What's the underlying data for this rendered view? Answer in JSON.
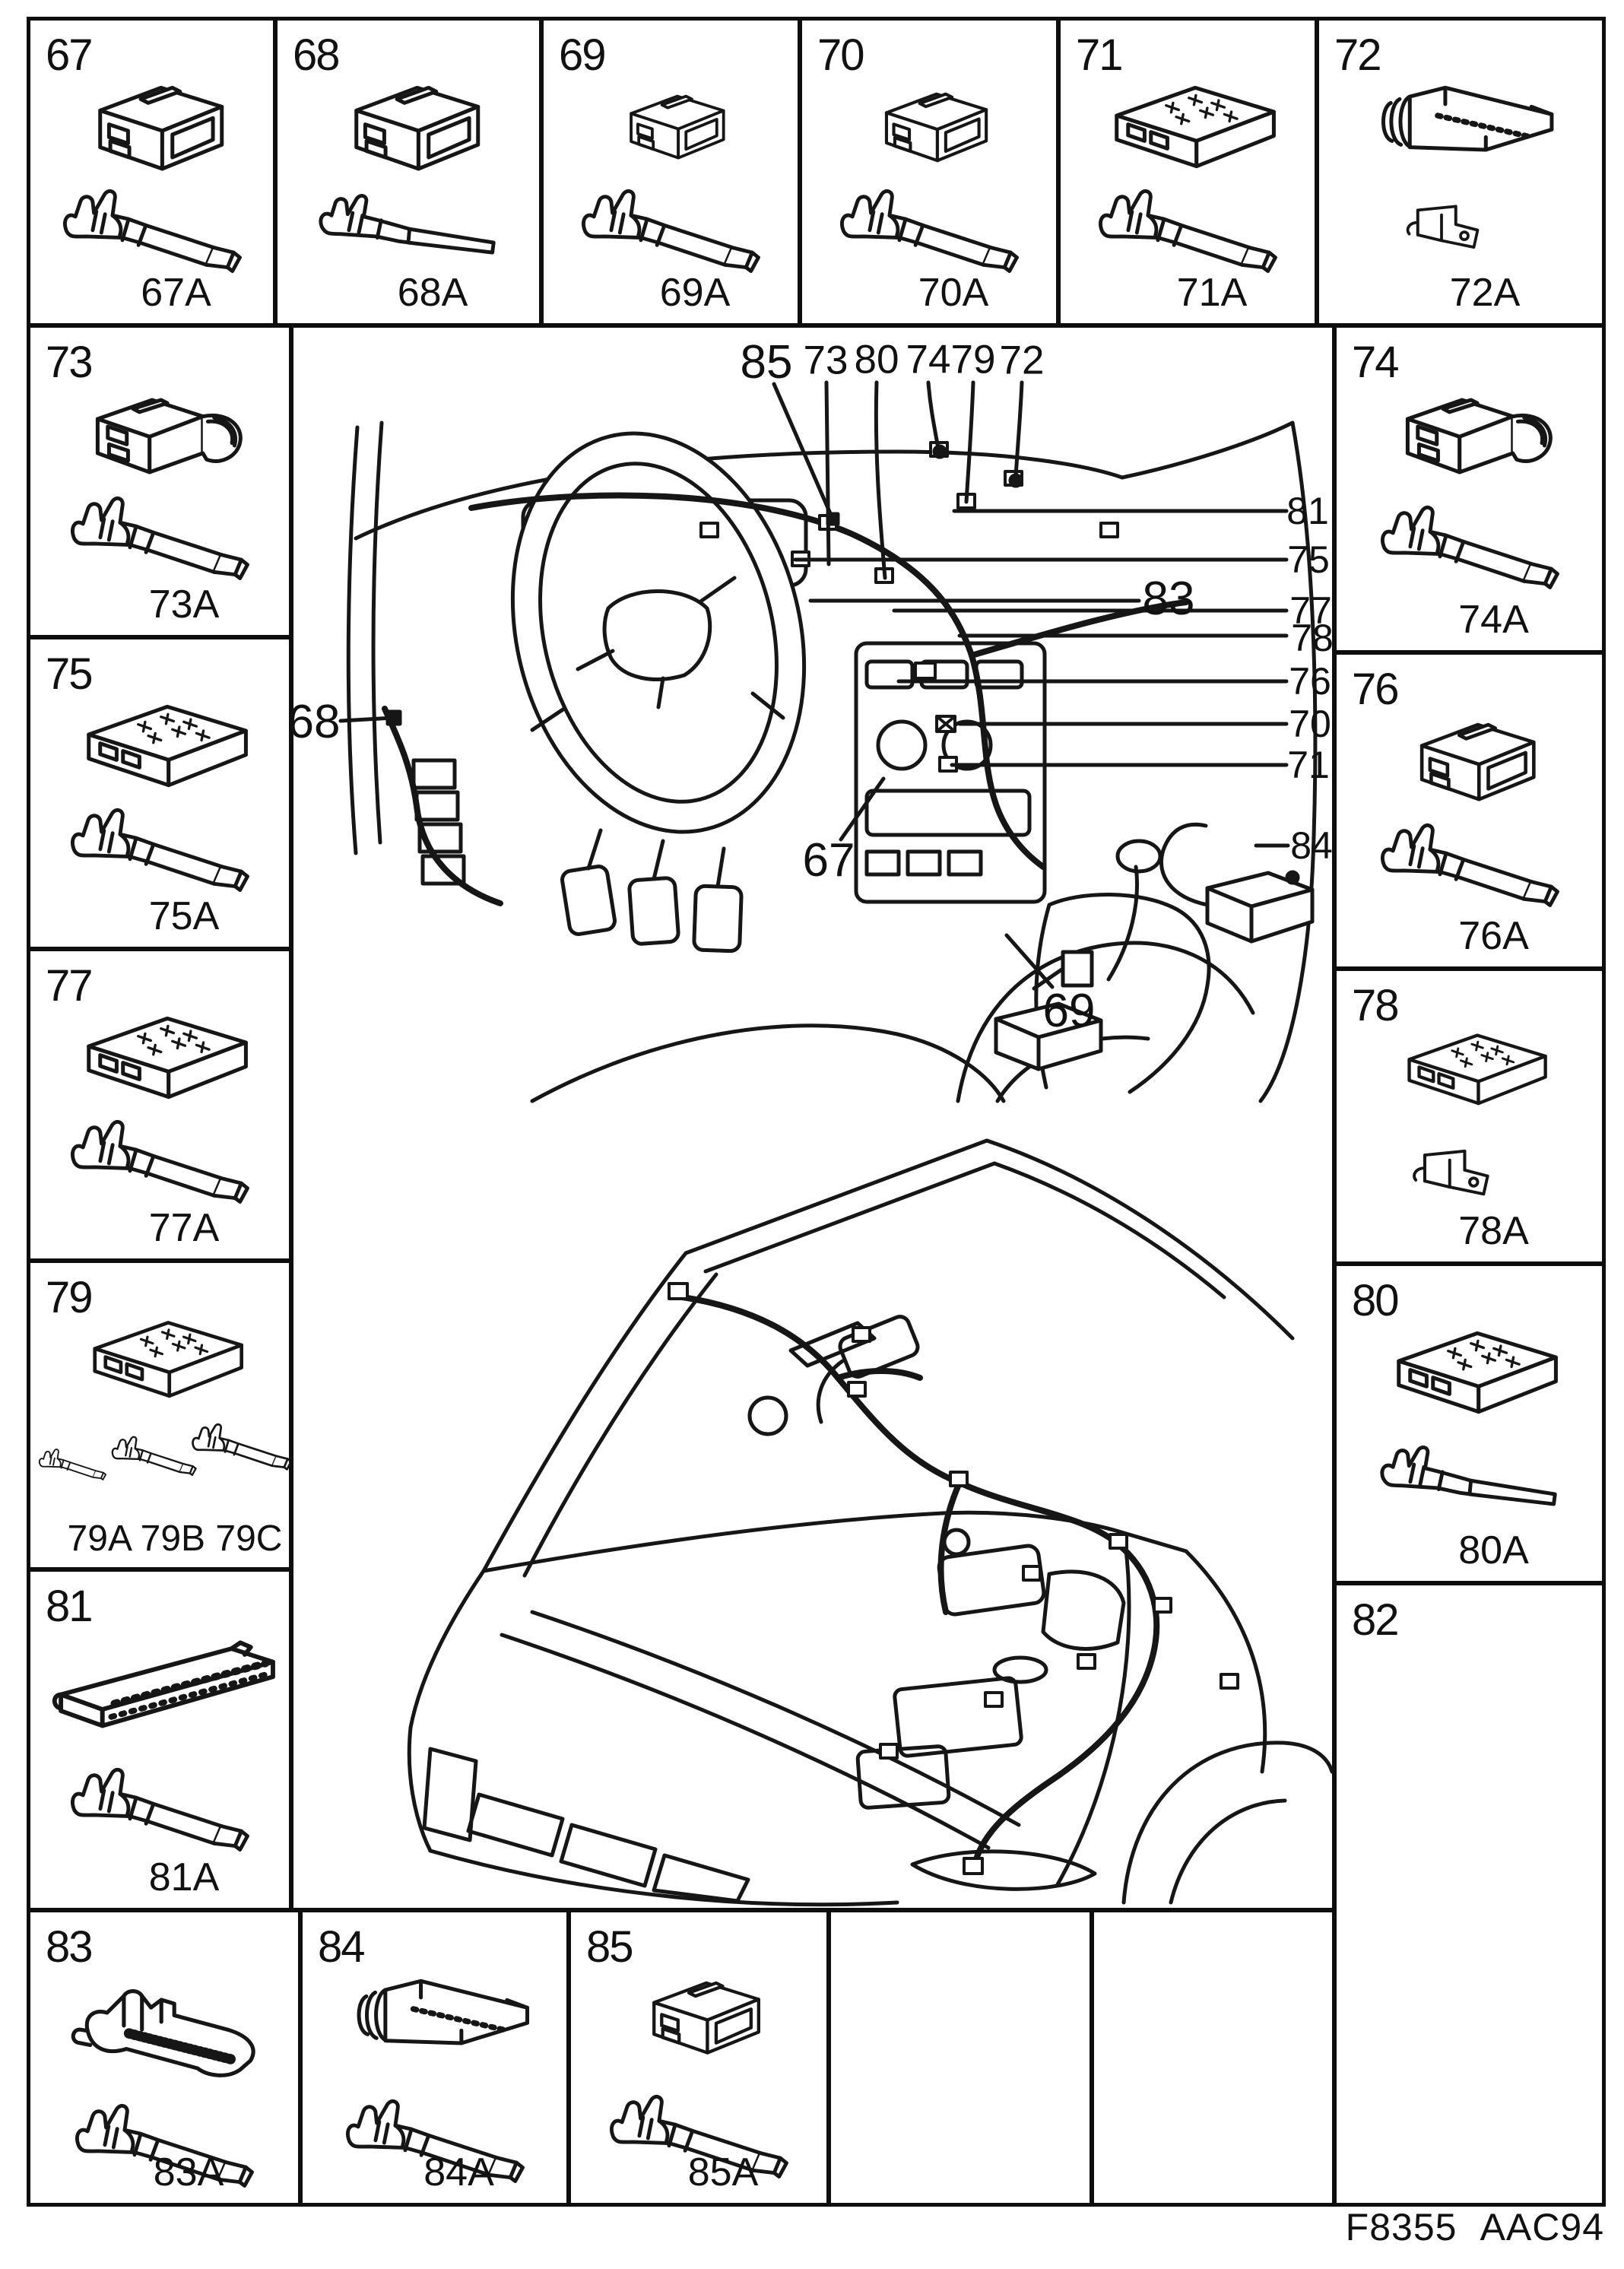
{
  "footer": {
    "code": "F8355 AAC94"
  },
  "cells": {
    "c67": {
      "number": "67",
      "terminal_label": "67A"
    },
    "c68": {
      "number": "68",
      "terminal_label": "68A"
    },
    "c69": {
      "number": "69",
      "terminal_label": "69A"
    },
    "c70": {
      "number": "70",
      "terminal_label": "70A"
    },
    "c71": {
      "number": "71",
      "terminal_label": "71A"
    },
    "c72": {
      "number": "72",
      "terminal_label": "72A"
    },
    "c73": {
      "number": "73",
      "terminal_label": "73A"
    },
    "c74": {
      "number": "74",
      "terminal_label": "74A"
    },
    "c75": {
      "number": "75",
      "terminal_label": "75A"
    },
    "c76": {
      "number": "76",
      "terminal_label": "76A"
    },
    "c77": {
      "number": "77",
      "terminal_label": "77A"
    },
    "c78": {
      "number": "78",
      "terminal_label": "78A"
    },
    "c79": {
      "number": "79",
      "terminal_label": "79A 79B 79C"
    },
    "c80": {
      "number": "80",
      "terminal_label": "80A"
    },
    "c81": {
      "number": "81",
      "terminal_label": "81A"
    },
    "c82": {
      "number": "82"
    },
    "c83": {
      "number": "83",
      "terminal_label": "83A"
    },
    "c84": {
      "number": "84",
      "terminal_label": "84A"
    },
    "c85": {
      "number": "85",
      "terminal_label": "85A"
    }
  },
  "callouts": {
    "top": [
      "85",
      "73",
      "80",
      "74",
      "79",
      "72"
    ],
    "right": [
      "81",
      "75",
      "83",
      "77",
      "78",
      "76",
      "70",
      "71",
      "84"
    ],
    "left": [
      "68"
    ],
    "inner": [
      "67",
      "69"
    ]
  }
}
